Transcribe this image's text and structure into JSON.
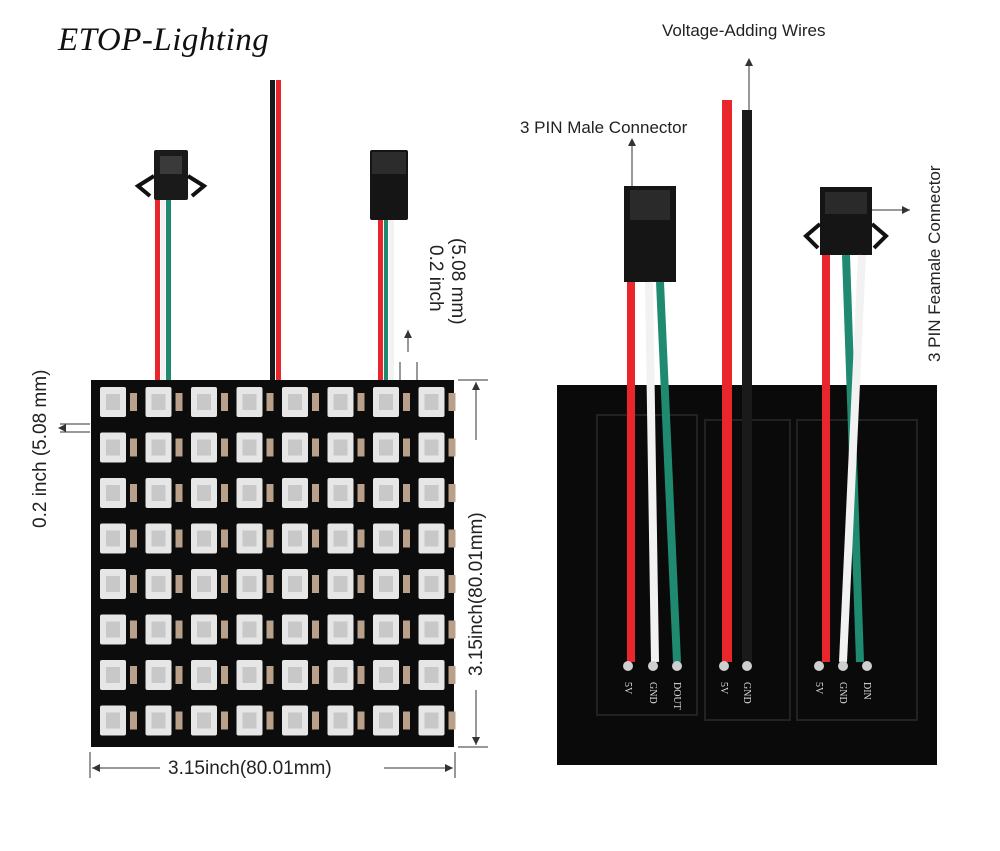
{
  "brand": "ETOP-Lighting",
  "left_panel": {
    "width_label": "3.15inch(80.01mm)",
    "height_label": "3.15inch(80.01mm)",
    "pitch_top_label_line1": "0.2 inch",
    "pitch_top_label_line2": "(5.08 mm)",
    "pitch_left_label": "0.2 inch (5.08 mm)",
    "grid_rows": 8,
    "grid_cols": 8
  },
  "right_board": {
    "voltage_wires_label": "Voltage-Adding Wires",
    "male_connector_label": "3 PIN Male Connector",
    "female_connector_label": "3 PIN Feamale Connector",
    "pads_group1": [
      "5V",
      "GND",
      "DOUT"
    ],
    "pads_group2": [
      "5V",
      "GND"
    ],
    "pads_group3": [
      "5V",
      "GND",
      "DIN"
    ]
  },
  "colors": {
    "wire_red": "#e8262b",
    "wire_green": "#1f8a70",
    "wire_white": "#f2f2f2",
    "wire_black": "#1a1a1a",
    "pcb": "#0c0c0c"
  }
}
